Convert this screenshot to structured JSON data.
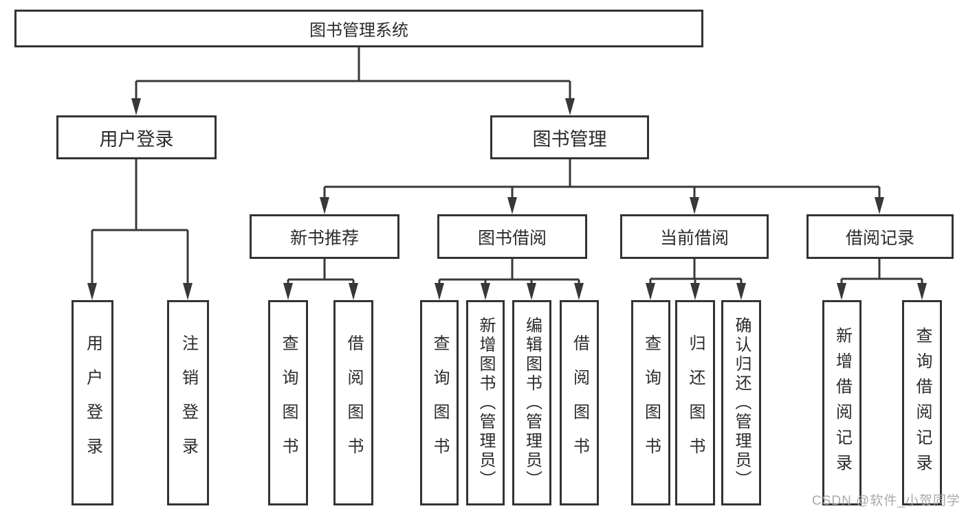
{
  "diagram": {
    "root": {
      "label": "图书管理系统"
    },
    "level2": [
      {
        "label": "用户登录",
        "children": [
          {
            "label": "用户登录"
          },
          {
            "label": "注销登录"
          }
        ]
      },
      {
        "label": "图书管理",
        "children": [
          {
            "label": "新书推荐",
            "children": [
              {
                "label": "查询图书"
              },
              {
                "label": "借阅图书"
              }
            ]
          },
          {
            "label": "图书借阅",
            "children": [
              {
                "label": "查询图书"
              },
              {
                "label": "新增图书（管理员）"
              },
              {
                "label": "编辑图书（管理员）"
              },
              {
                "label": "借阅图书"
              }
            ]
          },
          {
            "label": "当前借阅",
            "children": [
              {
                "label": "查询图书"
              },
              {
                "label": "归还图书"
              },
              {
                "label": "确认归还（管理员）"
              }
            ]
          },
          {
            "label": "借阅记录",
            "children": [
              {
                "label": "新增借阅记录"
              },
              {
                "label": "查询借阅记录"
              }
            ]
          }
        ]
      }
    ]
  },
  "watermark": {
    "text": "CSDN @软件_小贺同学"
  },
  "colors": {
    "border": "#333333",
    "line": "#383838",
    "text": "#2b2b2b",
    "watermark": "#a9a9a9",
    "background": "#ffffff"
  }
}
